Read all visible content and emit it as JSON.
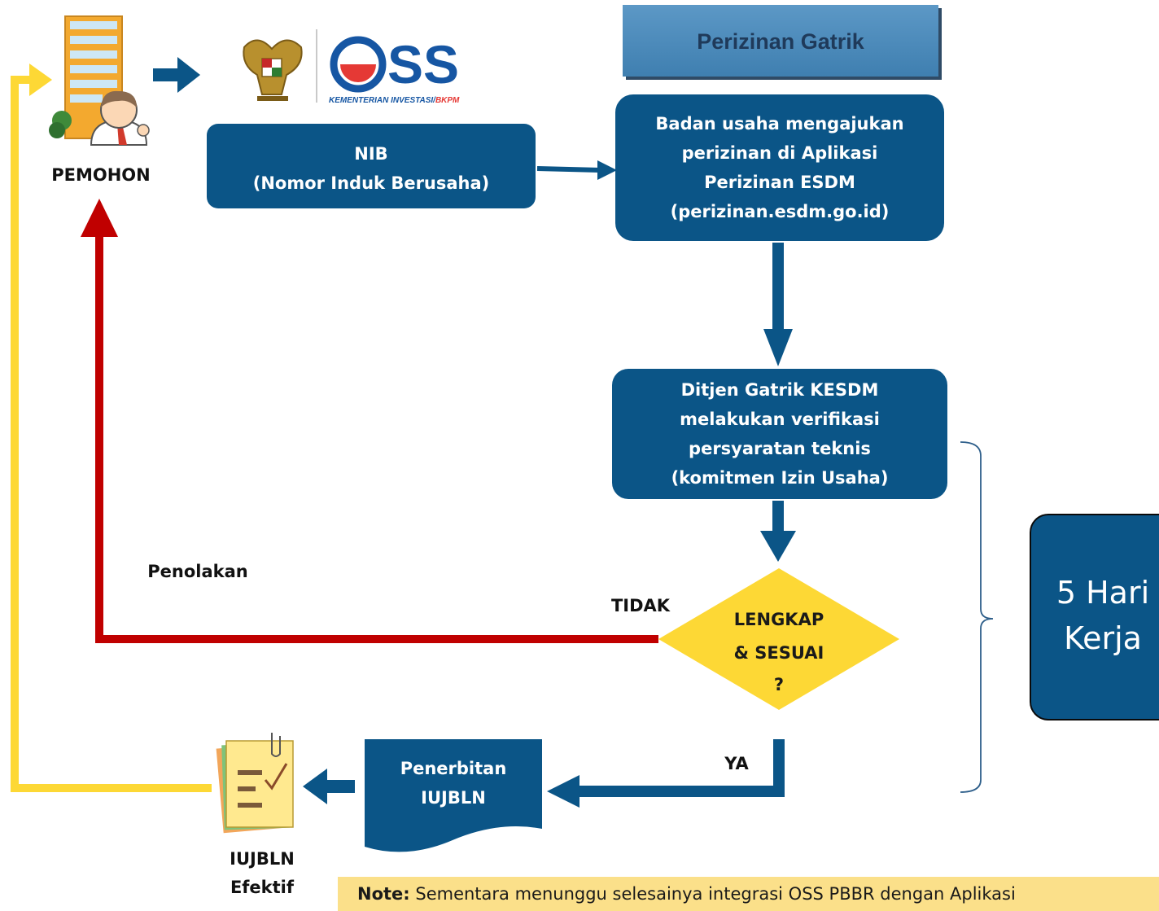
{
  "header": {
    "title": "Perizinan Gatrik"
  },
  "logo": {
    "word": "OSS",
    "tagline_main": "KEMENTERIAN INVESTASI/",
    "tagline_accent": "BKPM"
  },
  "applicant": {
    "label": "PEMOHON"
  },
  "nib": {
    "line1": "NIB",
    "line2": "(Nomor Induk Berusaha)"
  },
  "apply": {
    "line1": "Badan usaha mengajukan",
    "line2": "perizinan di Aplikasi",
    "line3": "Perizinan ESDM",
    "line4": "(perizinan.esdm.go.id)"
  },
  "verify": {
    "line1": "Ditjen Gatrik KESDM",
    "line2": "melakukan verifikasi",
    "line3": "persyaratan teknis",
    "line4": "(komitmen Izin Usaha)"
  },
  "decision": {
    "line1": "LENGKAP",
    "line2": "& SESUAI",
    "line3": "?",
    "no_label": "TIDAK",
    "yes_label": "YA"
  },
  "rejection": {
    "label": "Penolakan"
  },
  "issue": {
    "line1": "Penerbitan",
    "line2": "IUJBLN"
  },
  "result": {
    "line1": "IUJBLN",
    "line2": "Efektif"
  },
  "duration": {
    "line1": "5 Hari",
    "line2": "Kerja"
  },
  "note": {
    "label": "Note:",
    "text": "Sementara menunggu selesainya integrasi OSS PBBR dengan Aplikasi"
  },
  "colors": {
    "box_blue": "#0b5587",
    "reject_red": "#c00000",
    "return_yellow": "#fdd835",
    "decision_yellow": "#fdd835",
    "header_blue": "#4a89b8",
    "note_bg": "#fbe08a"
  }
}
